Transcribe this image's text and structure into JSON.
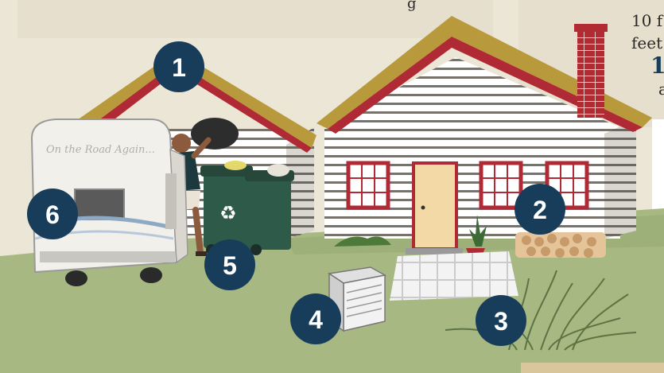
{
  "top_left_panel": {
    "fragment": "g"
  },
  "top_right_panel": {
    "line1": "10 f",
    "line2": "feet",
    "number": "1",
    "line3": "a"
  },
  "rv": {
    "decal_text": "On the Road Again..."
  },
  "badges": [
    {
      "label": "1"
    },
    {
      "label": "2"
    },
    {
      "label": "3"
    },
    {
      "label": "4"
    },
    {
      "label": "5"
    },
    {
      "label": "6"
    }
  ],
  "colors": {
    "badge": "#173d5a",
    "roof": "#b89a3c",
    "trim": "#b02a36",
    "lawn": "#a7b883",
    "background": "#ece6d6"
  }
}
